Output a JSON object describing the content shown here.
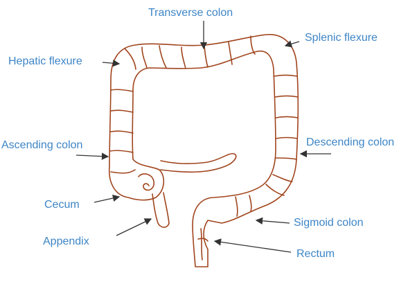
{
  "colors": {
    "label_text": "#3d85c6",
    "outline": "#a0441c",
    "arrow": "#333333",
    "background": "#ffffff"
  },
  "labels": {
    "transverse_colon": "Transverse colon",
    "splenic_flexure": "Splenic flexure",
    "hepatic_flexure": "Hepatic flexure",
    "ascending_colon": "Ascending colon",
    "descending_colon": "Descending colon",
    "cecum": "Cecum",
    "appendix": "Appendix",
    "sigmoid_colon": "Sigmoid colon",
    "rectum": "Rectum"
  }
}
